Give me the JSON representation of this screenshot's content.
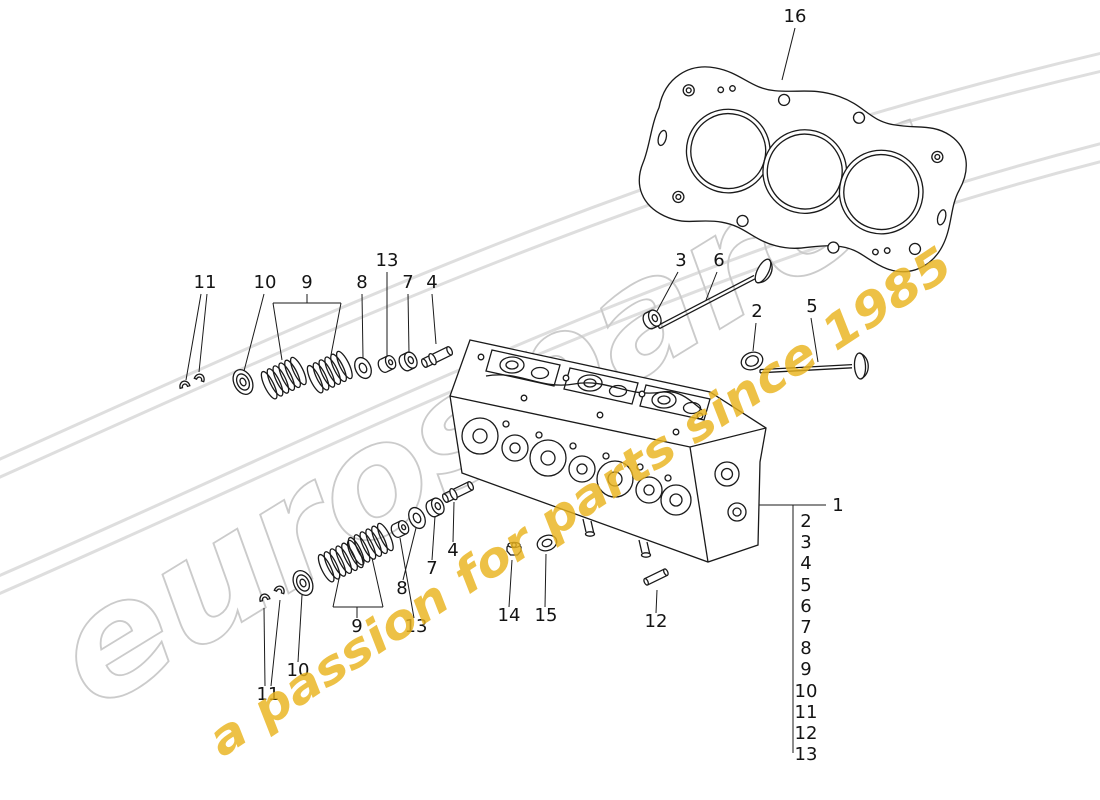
{
  "watermark": {
    "brand": "eurospares",
    "tagline": "a passion for parts since 1985",
    "brand_outline_color": "#c9c9c9",
    "tagline_color": "#eab41e",
    "swoosh_color": "#dedede"
  },
  "callouts": {
    "gasket": "16",
    "valve_seal": "3",
    "intake_valve": "6",
    "seat_ring": "2",
    "exhaust_valve": "5",
    "upper": {
      "keeper": "11",
      "retainer": "10",
      "spring": "9",
      "seat": "8",
      "seal": "13",
      "collar": "7",
      "guide": "4"
    },
    "lower": {
      "guide": "4",
      "collar": "7",
      "seat": "8",
      "seal": "13",
      "spring": "9",
      "retainer": "10",
      "keeper": "11"
    },
    "nut": "14",
    "washer": "15",
    "stud": "12"
  },
  "legend": {
    "assembly": "1",
    "items": [
      "2",
      "3",
      "4",
      "5",
      "6",
      "7",
      "8",
      "9",
      "10",
      "11",
      "12",
      "13"
    ]
  }
}
